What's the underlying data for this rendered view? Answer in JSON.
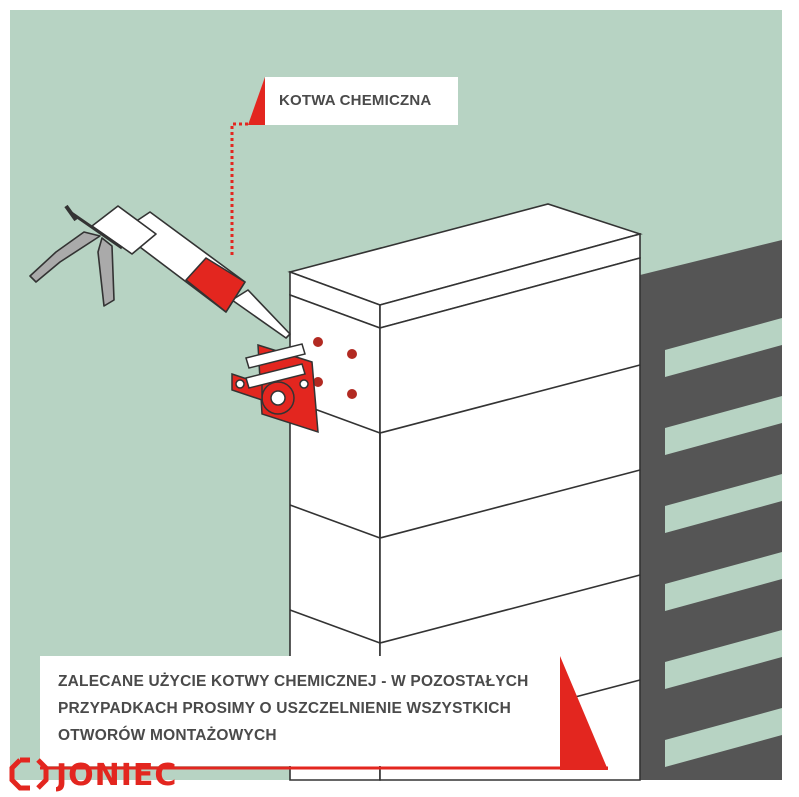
{
  "callout": {
    "label": "KOTWA CHEMICZNA"
  },
  "note": {
    "lines": [
      "ZALECANE UŻYCIE KOTWY CHEMICZNEJ - W POZOSTAŁYCH",
      "PRZYPADKACH PROSIMY O USZCZELNIENIE WSZYSTKICH",
      "OTWORÓW MONTAŻOWYCH"
    ]
  },
  "brand": {
    "logo_text": "JONIEC"
  },
  "colors": {
    "background": "#b7d3c3",
    "accent": "#e3261f",
    "shadow": "#555555",
    "text": "#4a4a4a",
    "line": "#333333"
  },
  "icons": [
    "caulking-gun-icon",
    "mounting-bracket-icon",
    "brand-logo-icon"
  ]
}
